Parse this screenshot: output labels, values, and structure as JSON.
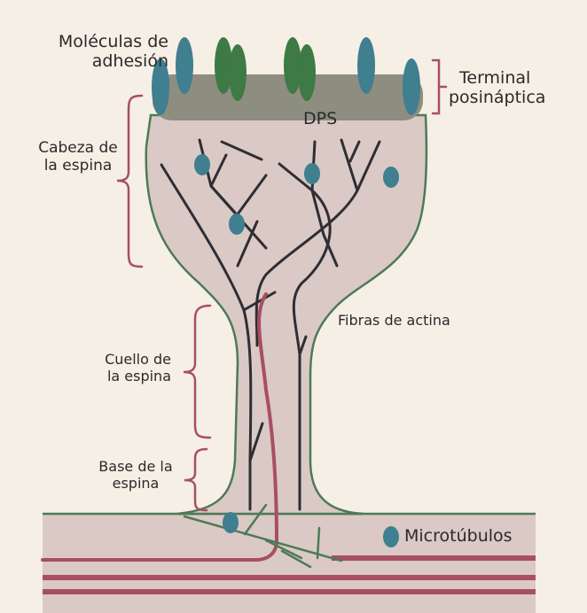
{
  "labels": {
    "adhesion_line1": "Moléculas de",
    "adhesion_line2": "adhesión",
    "terminal_line1": "Terminal",
    "terminal_line2": "posináptica",
    "dps": "DPS",
    "head_line1": "Cabeza de",
    "head_line2": "la espina",
    "neck_line1": "Cuello de",
    "neck_line2": "la espina",
    "base_line1": "Base de la",
    "base_line2": "espina",
    "actin": "Fibras de actina",
    "microtubules": "Microtúbulos"
  },
  "colors": {
    "background": "#f6efe6",
    "spine_fill": "#dbc9c6",
    "spine_outline": "#4d7a55",
    "psd_band": "#8d8d80",
    "adhesion_blue": "#3f7f8f",
    "adhesion_green": "#3d7a45",
    "actin": "#2e2e34",
    "microtubule": "#a84f62",
    "bracket": "#a84f62"
  }
}
